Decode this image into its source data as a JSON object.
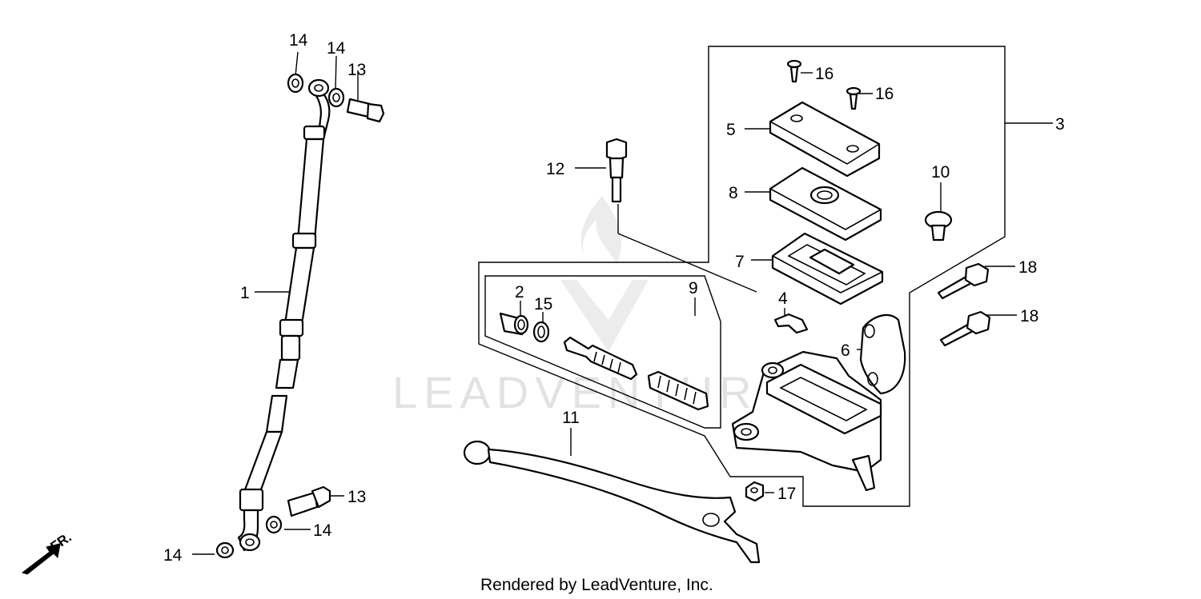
{
  "callouts": {
    "c1": "1",
    "c2": "2",
    "c3": "3",
    "c4": "4",
    "c5": "5",
    "c6": "6",
    "c7": "7",
    "c8": "8",
    "c9": "9",
    "c10": "10",
    "c11": "11",
    "c12": "12",
    "c13a": "13",
    "c13b": "13",
    "c14a": "14",
    "c14b": "14",
    "c14c": "14",
    "c14d": "14",
    "c15": "15",
    "c16a": "16",
    "c16b": "16",
    "c17": "17",
    "c18a": "18",
    "c18b": "18"
  },
  "direction_label": "FR.",
  "watermark": "LEADVENTURE",
  "footer": "Rendered by LeadVenture, Inc."
}
